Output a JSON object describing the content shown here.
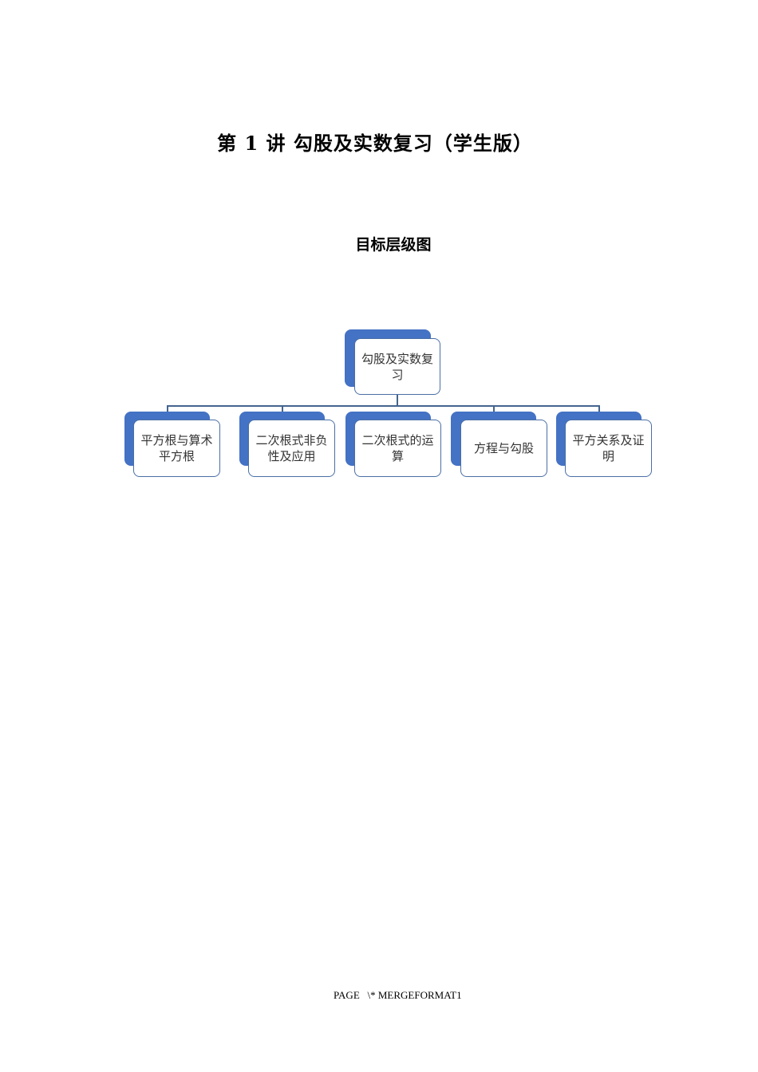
{
  "document": {
    "title": "第 1 讲  勾股及实数复习（学生版）",
    "section_heading": "目标层级图",
    "footer": "PAGE   \\* MERGEFORMAT1"
  },
  "hierarchy": {
    "root": {
      "label": "勾股及实数复习"
    },
    "children": [
      {
        "label": "平方根与算术平方根"
      },
      {
        "label": "二次根式非负性及应用"
      },
      {
        "label": "二次根式的运算"
      },
      {
        "label": "方程与勾股"
      },
      {
        "label": "平方关系及证明"
      }
    ],
    "colors": {
      "back_fill": "#4472c4",
      "front_border": "#4a6fa5",
      "connector": "#44648f"
    }
  }
}
